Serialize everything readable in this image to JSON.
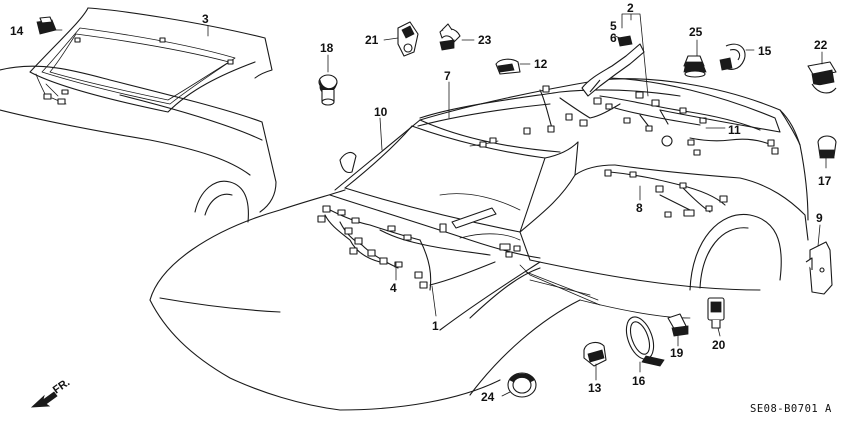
{
  "diagram": {
    "code": "SE08-B0701 A",
    "direction": "FR.",
    "callouts": {
      "n1": "1",
      "n2": "2",
      "n3": "3",
      "n4": "4",
      "n5": "5",
      "n6": "6",
      "n7": "7",
      "n8": "8",
      "n9": "9",
      "n10": "10",
      "n11": "11",
      "n12": "12",
      "n13": "13",
      "n14": "14",
      "n15": "15",
      "n16": "16",
      "n17": "17",
      "n18": "18",
      "n19": "19",
      "n20": "20",
      "n21": "21",
      "n22": "22",
      "n23": "23",
      "n24": "24",
      "n25": "25"
    }
  }
}
